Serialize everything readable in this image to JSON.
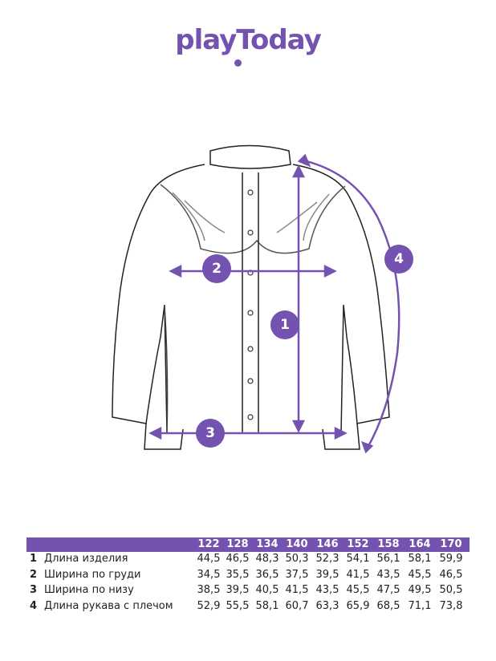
{
  "brand": {
    "logo_text": "playToday",
    "accent_color": "#7352b0"
  },
  "markers": [
    "1",
    "2",
    "3",
    "4"
  ],
  "size_table": {
    "sizes": [
      "122",
      "128",
      "134",
      "140",
      "146",
      "152",
      "158",
      "164",
      "170"
    ],
    "rows": [
      {
        "num": "1",
        "label": "Длина изделия",
        "values": [
          "44,5",
          "46,5",
          "48,3",
          "50,3",
          "52,3",
          "54,1",
          "56,1",
          "58,1",
          "59,9"
        ]
      },
      {
        "num": "2",
        "label": "Ширина по груди",
        "values": [
          "34,5",
          "35,5",
          "36,5",
          "37,5",
          "39,5",
          "41,5",
          "43,5",
          "45,5",
          "46,5"
        ]
      },
      {
        "num": "3",
        "label": "Ширина по низу",
        "values": [
          "38,5",
          "39,5",
          "40,5",
          "41,5",
          "43,5",
          "45,5",
          "47,5",
          "49,5",
          "50,5"
        ]
      },
      {
        "num": "4",
        "label": "Длина рукава с плечом",
        "values": [
          "52,9",
          "55,5",
          "58,1",
          "60,7",
          "63,3",
          "65,9",
          "68,5",
          "71,1",
          "73,8"
        ]
      }
    ]
  }
}
